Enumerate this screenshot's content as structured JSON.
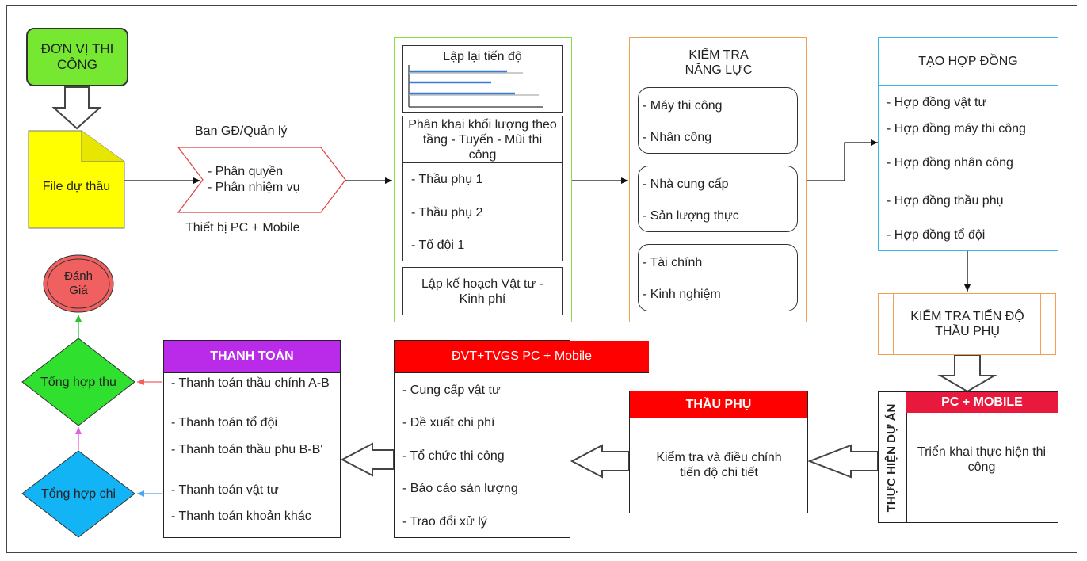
{
  "dvtc": "ĐƠN VỊ THI CÔNG",
  "file": "File dự thầu",
  "ban": {
    "label": "Ban GĐ/Quản lý",
    "items": [
      "- Phân quyền",
      "- Phân nhiệm vụ"
    ],
    "device": "Thiết bị PC + Mobile"
  },
  "plan": {
    "reschedule": "Lập lại tiến độ",
    "split_title": "Phân khai khối lượng theo tầng - Tuyến - Mũi thi công",
    "subs": [
      "- Thầu phụ 1",
      "- Thầu phụ 2",
      "- Tổ đội 1"
    ],
    "budget": "Lập kế hoạch Vật tư - Kinh phí"
  },
  "capacity": {
    "title": "KIỂM TRA NĂNG LỰC",
    "group1": [
      "- Máy thi công",
      "- Nhân công"
    ],
    "group2": [
      "- Nhà cung cấp",
      "- Sản lượng thực"
    ],
    "group3": [
      "- Tài chính",
      "- Kinh nghiệm"
    ]
  },
  "contract": {
    "title": "TẠO HỢP ĐỒNG",
    "items": [
      "- Hợp đồng vật tư",
      "- Hợp đồng máy thi công",
      "- Hợp đồng nhân công",
      "- Hợp đồng thầu phụ",
      "- Hợp đồng tổ đội"
    ]
  },
  "check_sub": "KIỂM TRA TIẾN ĐỘ THẦU PHỤ",
  "project": {
    "vertical": "THỰC HIỆN DỰ ÁN",
    "header": "PC + MOBILE",
    "body": "Triển khai thực hiện thi công"
  },
  "subcontractor": {
    "header": "THẦU PHỤ",
    "body": "Kiểm tra và điều chỉnh tiến độ chi tiết"
  },
  "dvt": {
    "header": "ĐVT+TVGS PC + Mobile",
    "items": [
      "- Cung cấp vật tư",
      "- Đề xuất chi phí",
      "- Tổ chức thi công",
      "- Báo cáo sản lượng",
      "- Trao đổi xử lý"
    ]
  },
  "payment": {
    "header": "THANH TOÁN",
    "items": [
      "- Thanh toán thầu chính A-B",
      "- Thanh toán tổ đội",
      "- Thanh toán thầu phu B-B'",
      "- Thanh toán vật tư",
      "- Thanh toán khoản khác"
    ]
  },
  "income": "Tổng hợp thu",
  "expense": "Tổng hợp chi",
  "evaluate": "Đánh Giá",
  "colors": {
    "green_box": "#76e832",
    "yellow_file": "#ffff00",
    "red_header": "#ff0000",
    "crimson_header": "#e8193c",
    "purple_header": "#b92be8",
    "green_diamond": "#2fe02f",
    "blue_diamond": "#13b4f5",
    "red_circle": "#f06060"
  }
}
